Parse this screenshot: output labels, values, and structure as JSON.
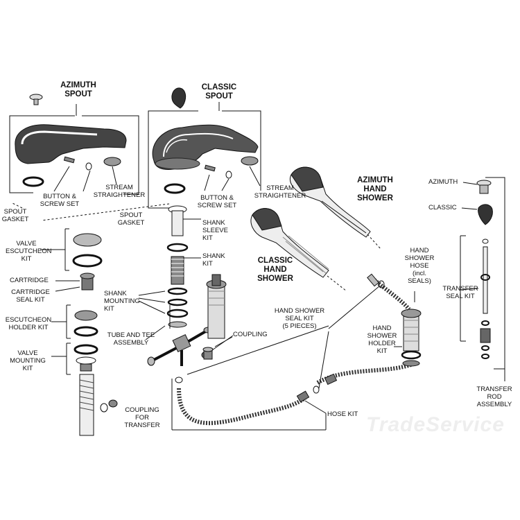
{
  "headers": {
    "azimuth_spout": "AZIMUTH\nSPOUT",
    "classic_spout": "CLASSIC\nSPOUT",
    "azimuth_hand_shower": "AZIMUTH\nHAND\nSHOWER",
    "classic_hand_shower": "CLASSIC\nHAND\nSHOWER"
  },
  "labels": {
    "button_screw_set_1": "BUTTON &\nSCREW SET",
    "stream_straightener_1": "STREAM\nSTRAIGHTENER",
    "spout_gasket_1": "SPOUT\nGASKET",
    "button_screw_set_2": "BUTTON &\nSCREW SET",
    "stream_straightener_2": "STREAM\nSTRAIGHTENER",
    "spout_gasket_2": "SPOUT\nGASKET",
    "shank_sleeve_kit": "SHANK\nSLEEVE\nKIT",
    "shank_kit": "SHANK\nKIT",
    "shank_mounting_kit": "SHANK\nMOUNTING\nKIT",
    "valve_escutcheon_kit": "VALVE\nESCUTCHEON\nKIT",
    "cartridge": "CARTRIDGE",
    "cartridge_seal_kit": "CARTRIDGE\nSEAL KIT",
    "escutcheon_holder_kit": "ESCUTCHEON\nHOLDER KIT",
    "valve_mounting_kit": "VALVE\nMOUNTING\nKIT",
    "tube_and_tee_assembly": "TUBE AND TEE\nASSEMBLY",
    "coupling": "COUPLING",
    "coupling_for_transfer": "COUPLING\nFOR\nTRANSFER",
    "hand_shower_seal_kit": "HAND SHOWER\nSEAL KIT\n(5 PIECES)",
    "hand_shower_hose": "HAND\nSHOWER\nHOSE\n(incl.\nSEALS)",
    "hand_shower_holder_kit": "HAND\nSHOWER\nHOLDER\nKIT",
    "hose_kit": "HOSE KIT",
    "azimuth": "AZIMUTH",
    "classic": "CLASSIC",
    "transfer_seal_kit": "TRANSFER\nSEAL KIT",
    "transfer_rod_assembly": "TRANSFER\nROD\nASSEMBLY"
  },
  "watermark": "TradeService",
  "colors": {
    "ink": "#111111",
    "part_fill": "#ffffff",
    "part_shade": "#9a9a9a",
    "watermark": "#eeeeee"
  }
}
